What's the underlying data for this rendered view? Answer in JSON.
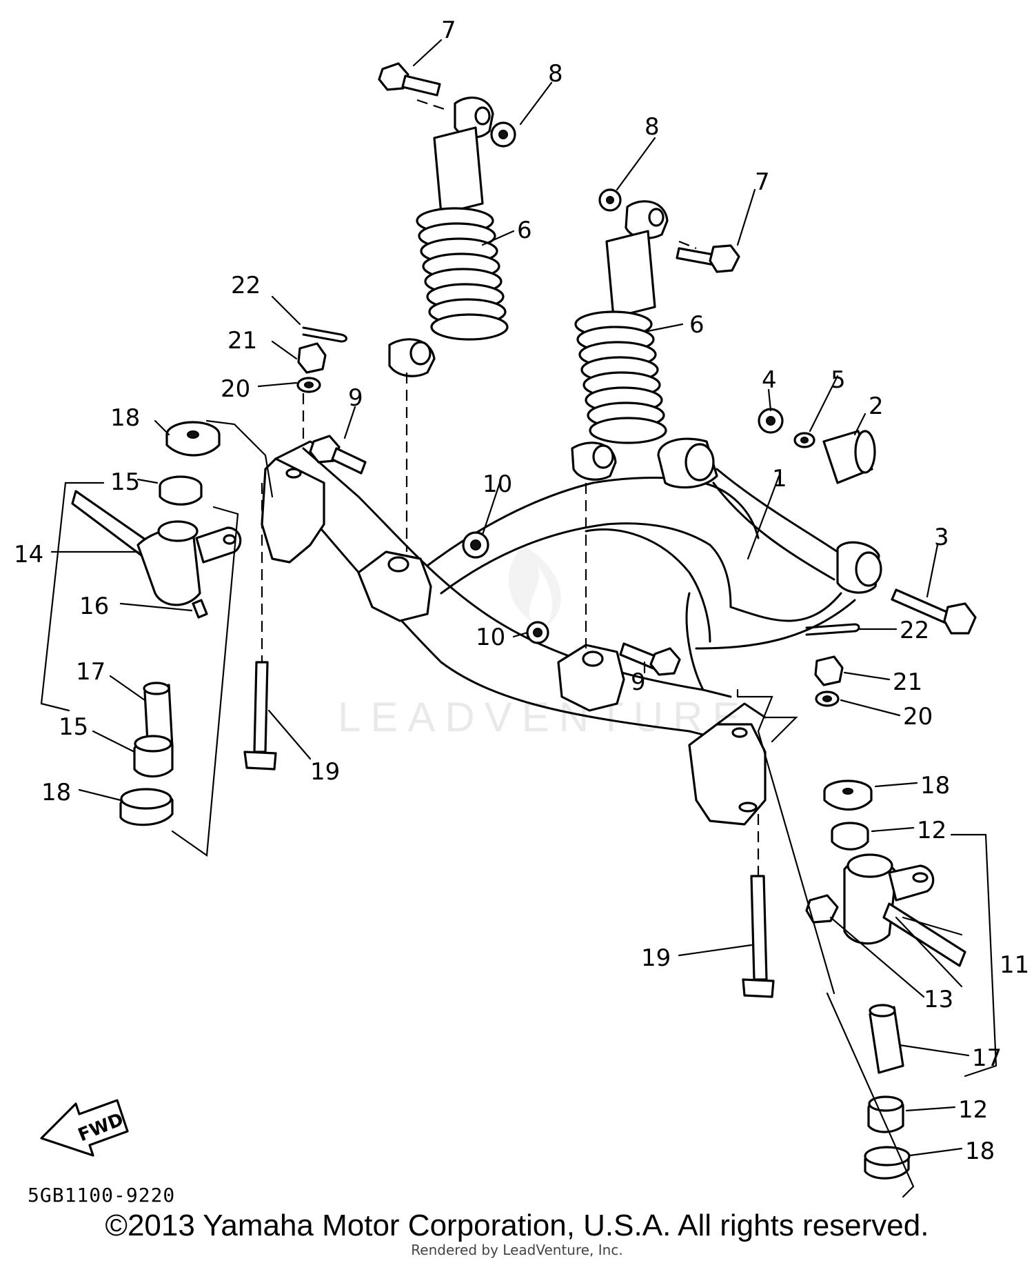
{
  "diagram": {
    "drawing_code": "5GB1100-9220",
    "watermark": "LEADVENTURE",
    "fwd_label": "FWD",
    "copyright": "©2013 Yamaha Motor Corporation, U.S.A. All rights reserved.",
    "render_note": "Rendered by LeadVenture, Inc.",
    "labels": {
      "l1": "1",
      "l2": "2",
      "l3": "3",
      "l4": "4",
      "l5": "5",
      "l6a": "6",
      "l6b": "6",
      "l7a": "7",
      "l7b": "7",
      "l8a": "8",
      "l8b": "8",
      "l9a": "9",
      "l9b": "9",
      "l10a": "10",
      "l10b": "10",
      "l11": "11",
      "l12a": "12",
      "l12b": "12",
      "l13": "13",
      "l14": "14",
      "l15a": "15",
      "l15b": "15",
      "l16": "16",
      "l17a": "17",
      "l17b": "17",
      "l18a": "18",
      "l18b": "18",
      "l18c": "18",
      "l18d": "18",
      "l19a": "19",
      "l19b": "19",
      "l20a": "20",
      "l20b": "20",
      "l21a": "21",
      "l21b": "21",
      "l22a": "22",
      "l22b": "22"
    }
  }
}
